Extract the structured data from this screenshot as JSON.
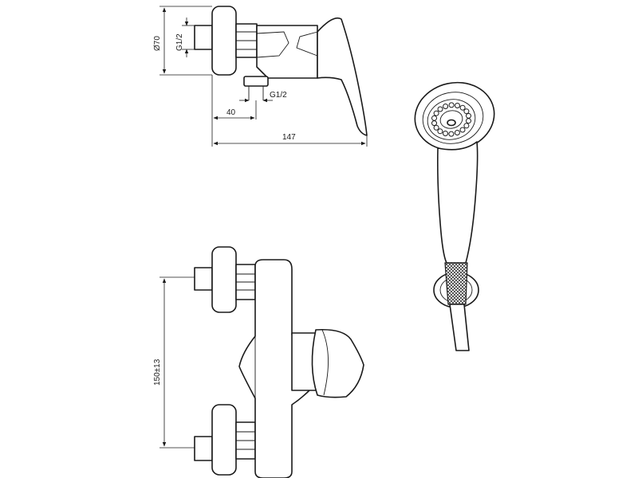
{
  "dimensions": {
    "diameter": "Ø70",
    "thread_top": "G1/2",
    "thread_bottom": "G1/2",
    "offset": "40",
    "length": "147",
    "spacing": "150±13"
  }
}
